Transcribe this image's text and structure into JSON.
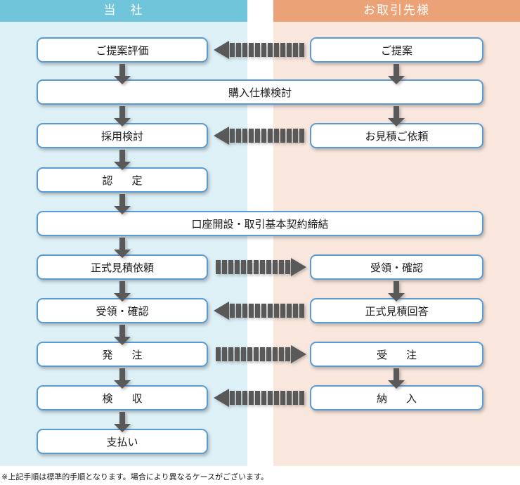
{
  "columns": {
    "left": {
      "header": "当　社",
      "header_color": "#70c5da",
      "body_color": "#dcf0f6"
    },
    "right": {
      "header": "お取引先様",
      "header_color": "#eba277",
      "body_color": "#f9e7dd"
    }
  },
  "box_style": {
    "border_color": "#5b9bd5",
    "fill_color": "#ffffff"
  },
  "arrow_color": "#595959",
  "nodes": {
    "left": [
      {
        "id": "proposal-evaluation",
        "label": "ご提案評価"
      },
      {
        "id": "purchase-spec-review",
        "label": "購入仕様検討"
      },
      {
        "id": "adoption-review",
        "label": "採用検討"
      },
      {
        "id": "certification",
        "label": "認　定"
      },
      {
        "id": "account-and-contract",
        "label": "口座開設・取引基本契約締結"
      },
      {
        "id": "formal-quote-request",
        "label": "正式見積依頼"
      },
      {
        "id": "receipt-confirmation-left",
        "label": "受領・確認"
      },
      {
        "id": "place-order",
        "label": "発　注"
      },
      {
        "id": "inspection-acceptance",
        "label": "検　収"
      },
      {
        "id": "payment",
        "label": "支払い"
      }
    ],
    "right": [
      {
        "id": "proposal",
        "label": "ご提案"
      },
      {
        "id": "quote-request",
        "label": "お見積ご依頼"
      },
      {
        "id": "receipt-confirmation-right",
        "label": "受領・確認"
      },
      {
        "id": "formal-quote-reply",
        "label": "正式見積回答"
      },
      {
        "id": "receive-order",
        "label": "受　注"
      },
      {
        "id": "delivery",
        "label": "納　入"
      }
    ]
  },
  "footnote": "※上記手順は標準的手順となります。場合により異なるケースがございます。"
}
